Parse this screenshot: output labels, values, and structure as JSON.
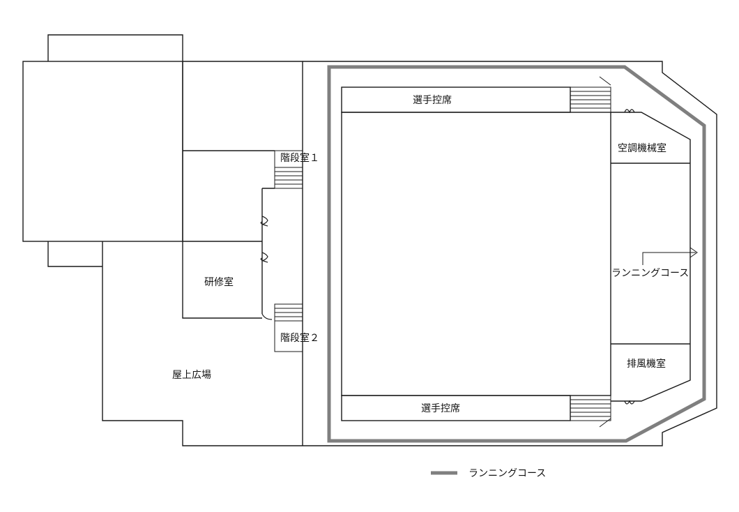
{
  "rooms": {
    "stair1": "階段室１",
    "stair2": "階段室２",
    "training_room": "研修室",
    "rooftop_plaza": "屋上広場",
    "player_bench_top": "選手控席",
    "player_bench_bottom": "選手控席",
    "ac_machine_room": "空調機械室",
    "exhaust_machine_room": "排風機室"
  },
  "running_course_label": "ランニングコース",
  "legend": {
    "label": "ランニングコース",
    "color": "#7f7f7f"
  }
}
